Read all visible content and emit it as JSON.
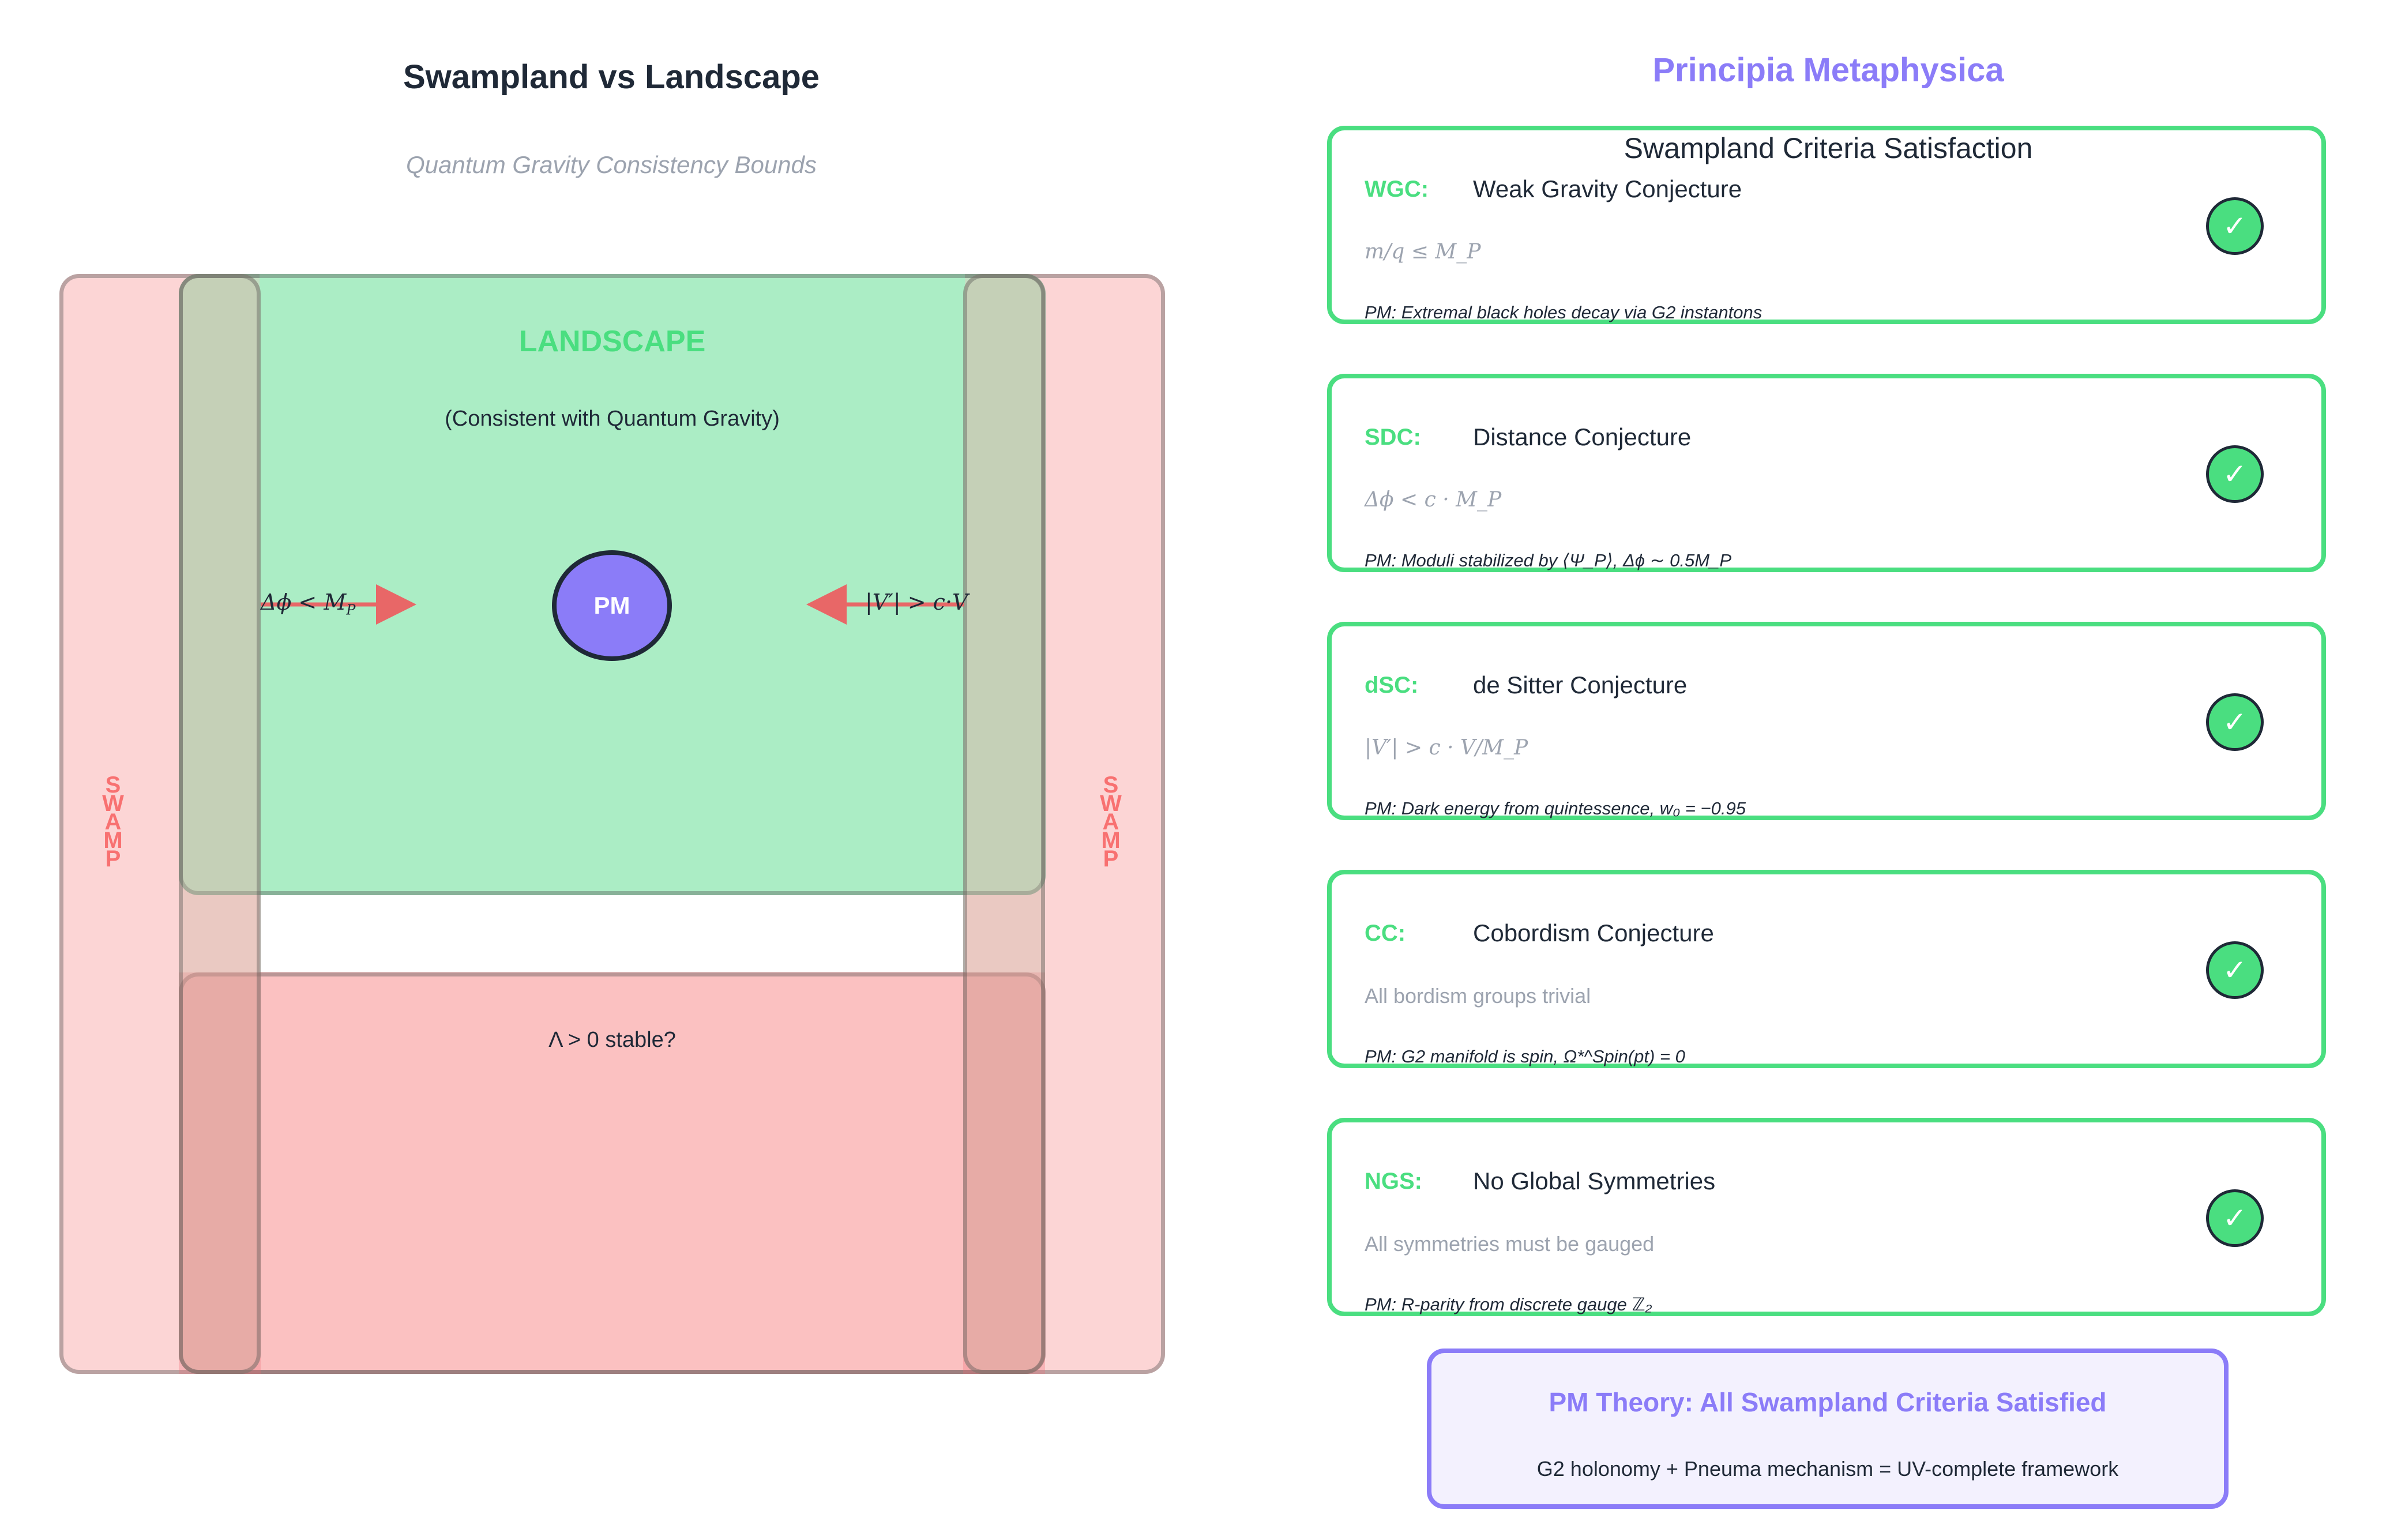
{
  "diagram": {
    "title": "Swampland vs Landscape",
    "subtitle": "Quantum Gravity Consistency Bounds",
    "landscape_label": "LANDSCAPE",
    "landscape_sub": "(Consistent with Quantum Gravity)",
    "swamp_label": "SWAMP",
    "pm_node": "PM",
    "bound_left": "Δϕ < M",
    "bound_left_sub": "P",
    "bound_right": "|V′| > c·V",
    "lambda_label": "Λ > 0 stable?"
  },
  "panel": {
    "title": "Principia Metaphysica",
    "heading": "Swampland Criteria Satisfaction",
    "check_glyph": "✓",
    "criteria": [
      {
        "abbr": "WGC:",
        "name": "Weak Gravity Conjecture",
        "formula": "m/q ≤ M_P",
        "note": "PM: Extremal black holes decay via G2 instantons"
      },
      {
        "abbr": "SDC:",
        "name": "Distance Conjecture",
        "formula": "Δϕ < c · M_P",
        "note": "PM: Moduli stabilized by ⟨Ψ_P⟩, Δϕ ∼ 0.5M_P"
      },
      {
        "abbr": "dSC:",
        "name": "de Sitter Conjecture",
        "formula": "|V′| > c · V/M_P",
        "note": "PM: Dark energy from quintessence, w₀ = −0.95"
      },
      {
        "abbr": "CC:",
        "name": "Cobordism Conjecture",
        "formula": "All bordism groups trivial",
        "note": "PM: G2 manifold is spin, Ω*^Spin(pt) = 0"
      },
      {
        "abbr": "NGS:",
        "name": "No Global Symmetries",
        "formula": "All symmetries must be gauged",
        "note": "PM: R-parity from discrete gauge ℤ₂"
      }
    ],
    "summary_title": "PM Theory: All Swampland Criteria Satisfied",
    "summary_text": "G2 holonomy + Pneuma mechanism = UV-complete framework"
  },
  "colors": {
    "landscape": "#4ade80",
    "swamp": "#f87171",
    "pm_accent": "#8b7cf8",
    "text_dark": "#1f2937",
    "text_muted": "#9ca3af"
  }
}
